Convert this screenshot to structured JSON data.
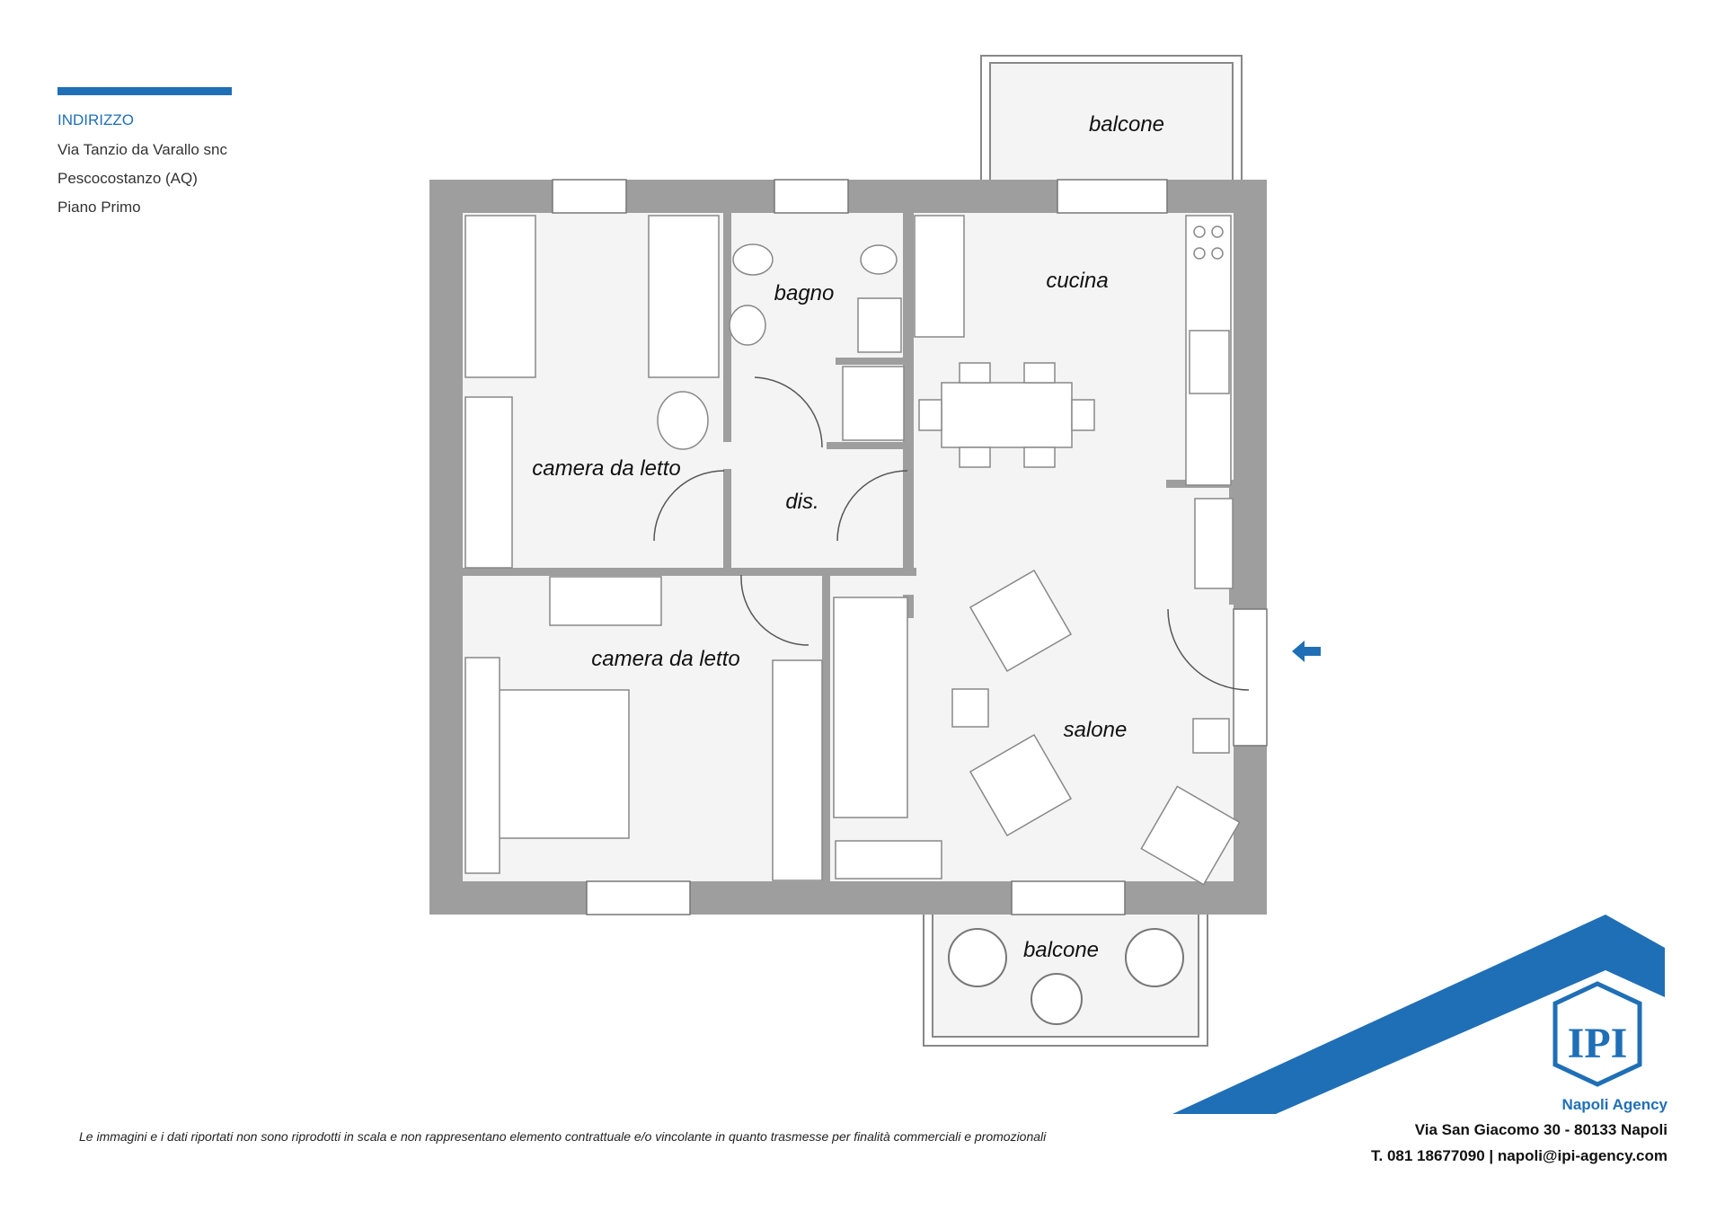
{
  "address": {
    "heading": "INDIRIZZO",
    "lines": [
      "Via Tanzio da Varallo snc",
      "Pescocostanzo (AQ)",
      "Piano Primo"
    ]
  },
  "rooms": {
    "balcone_top": "balcone",
    "cucina": "cucina",
    "bagno": "bagno",
    "camera1": "camera da letto",
    "dis": "dis.",
    "camera2": "camera da letto",
    "salone": "salone",
    "balcone_bottom": "balcone"
  },
  "disclaimer": "Le immagini e i dati riportati non sono riprodotti in scala e non rappresentano elemento contrattuale e/o vincolante in quanto trasmesse per finalità commerciali e promozionali",
  "agency": {
    "logo_text": "IPI",
    "name": "Napoli Agency",
    "address": "Via San Giacomo 30 - 80133 Napoli",
    "contact": "T. 081 18677090 | napoli@ipi-agency.com"
  },
  "colors": {
    "brand_blue": "#1f6fb6",
    "wall": "#9e9e9e",
    "floor": "#f4f4f4"
  }
}
